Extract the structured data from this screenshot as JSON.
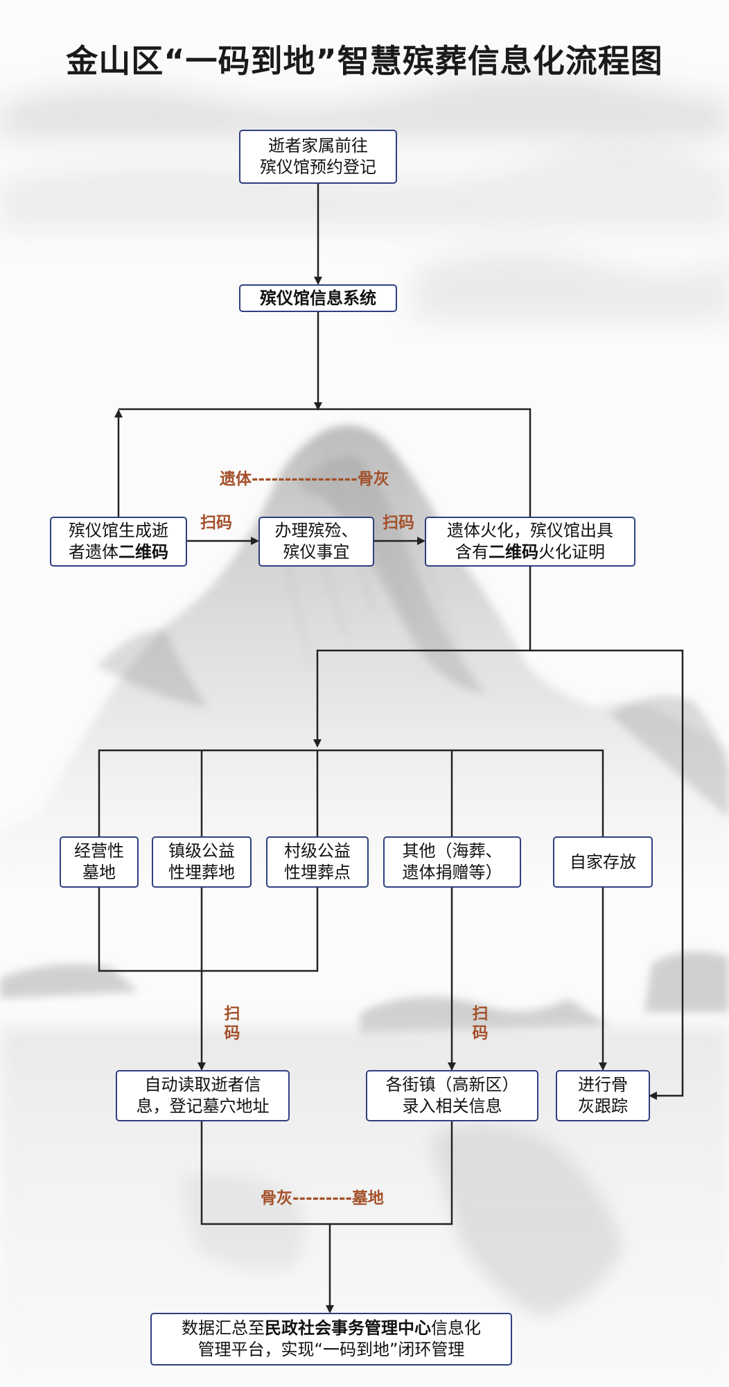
{
  "title": "金山区“一码到地”智慧殡葬信息化流程图",
  "nodes": {
    "appointment": {
      "l1": "逝者家属前往",
      "l2": "殡仪馆预约登记"
    },
    "system": {
      "l1": "殡仪馆信息系统"
    },
    "qrcode": {
      "l1": "殡仪馆生成逝",
      "l2a": "者遗体",
      "l2b": "二维码"
    },
    "handling": {
      "l1": "办理殡殓、",
      "l2": "殡仪事宜"
    },
    "cremation": {
      "l1": "遗体火化，殡仪馆出具",
      "l2a": "含有",
      "l2b": "二维码",
      "l2c": "火化证明"
    },
    "commercial": {
      "l1": "经营性",
      "l2": "墓地"
    },
    "town_public": {
      "l1": "镇级公益",
      "l2": "性埋葬地"
    },
    "village_public": {
      "l1": "村级公益",
      "l2": "性埋葬点"
    },
    "other": {
      "l1": "其他（海葬、",
      "l2": "遗体捐赠等）"
    },
    "home": {
      "l1": "自家存放"
    },
    "auto_read": {
      "l1": "自动读取逝者信",
      "l2": "息，登记墓穴地址"
    },
    "street_entry": {
      "l1": "各街镇（高新区）",
      "l2": "录入相关信息"
    },
    "ash_tracking": {
      "l1": "进行骨",
      "l2": "灰跟踪"
    },
    "summary": {
      "l1a": "数据汇总至",
      "l1b": "民政社会事务管理中心",
      "l1c": "信息化",
      "l2": "管理平台，实现“一码到地”闭环管理"
    }
  },
  "labels": {
    "body_ash": "遗体----------------骨灰",
    "scan_1": "扫码",
    "scan_2": "扫码",
    "scan_3": {
      "c1": "扫",
      "c2": "码"
    },
    "scan_4": {
      "c1": "扫",
      "c2": "码"
    },
    "ash_tomb": "骨灰---------墓地"
  },
  "colors": {
    "box_border": "#2e3f80",
    "connector": "#222222",
    "label_brown": "#a3502a"
  }
}
